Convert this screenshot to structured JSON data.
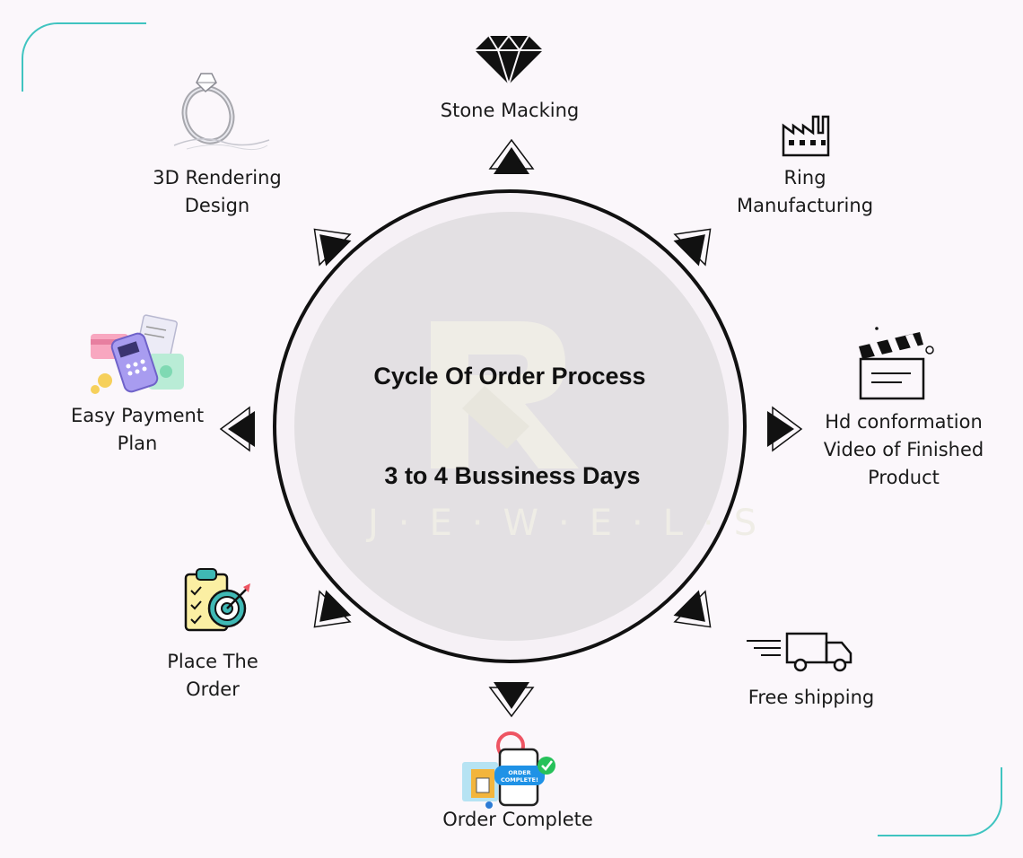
{
  "center": {
    "title": "Cycle Of Order Process",
    "subtitle": "3 to 4 Bussiness Days",
    "brand_word": "J·E·W·E·L·S"
  },
  "steps": [
    {
      "label_lines": [
        "Stone Macking"
      ],
      "icon": "diamond-icon"
    },
    {
      "label_lines": [
        "Ring",
        "Manufacturing"
      ],
      "icon": "factory-icon"
    },
    {
      "label_lines": [
        "Hd conformation",
        "Video of Finished",
        "Product"
      ],
      "icon": "clapperboard-icon"
    },
    {
      "label_lines": [
        "Free shipping"
      ],
      "icon": "delivery-truck-icon"
    },
    {
      "label_lines": [
        "Order Complete"
      ],
      "icon": "order-complete-icon"
    },
    {
      "label_lines": [
        "Place The",
        "Order"
      ],
      "icon": "clipboard-target-icon"
    },
    {
      "label_lines": [
        "Easy Payment",
        "Plan"
      ],
      "icon": "payment-terminal-icon"
    },
    {
      "label_lines": [
        "3D Rendering",
        "Design"
      ],
      "icon": "ring-icon"
    }
  ],
  "colors": {
    "accent": "#3fc4c0",
    "arrow": "#111111",
    "background": "#fbf7fb"
  }
}
